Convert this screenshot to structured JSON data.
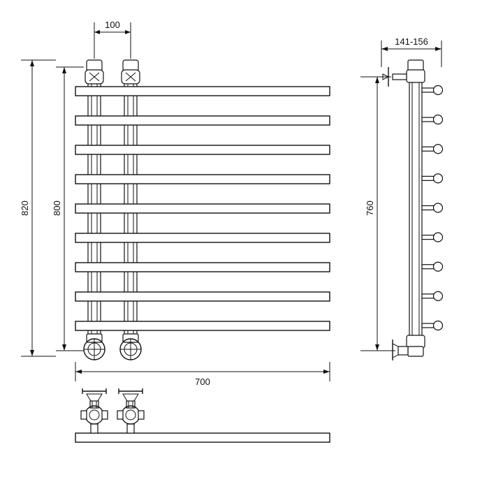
{
  "drawing": {
    "dimensions": {
      "pipe_spacing": "100",
      "overall_height": "820",
      "bar_span_height": "800",
      "width": "700",
      "side_depth": "141-156",
      "side_height": "760"
    },
    "bar_count": 9,
    "knob_count": 9,
    "line_color": "#111111",
    "background": "#ffffff"
  }
}
